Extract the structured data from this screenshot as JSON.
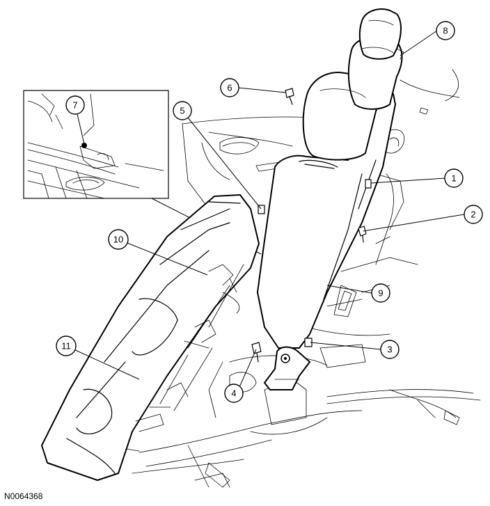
{
  "figure_id": "N0064368",
  "callouts": [
    "1",
    "2",
    "3",
    "4",
    "5",
    "6",
    "7",
    "8",
    "9",
    "10",
    "11"
  ],
  "colors": {
    "ink": "#000000",
    "paper": "#ffffff"
  }
}
